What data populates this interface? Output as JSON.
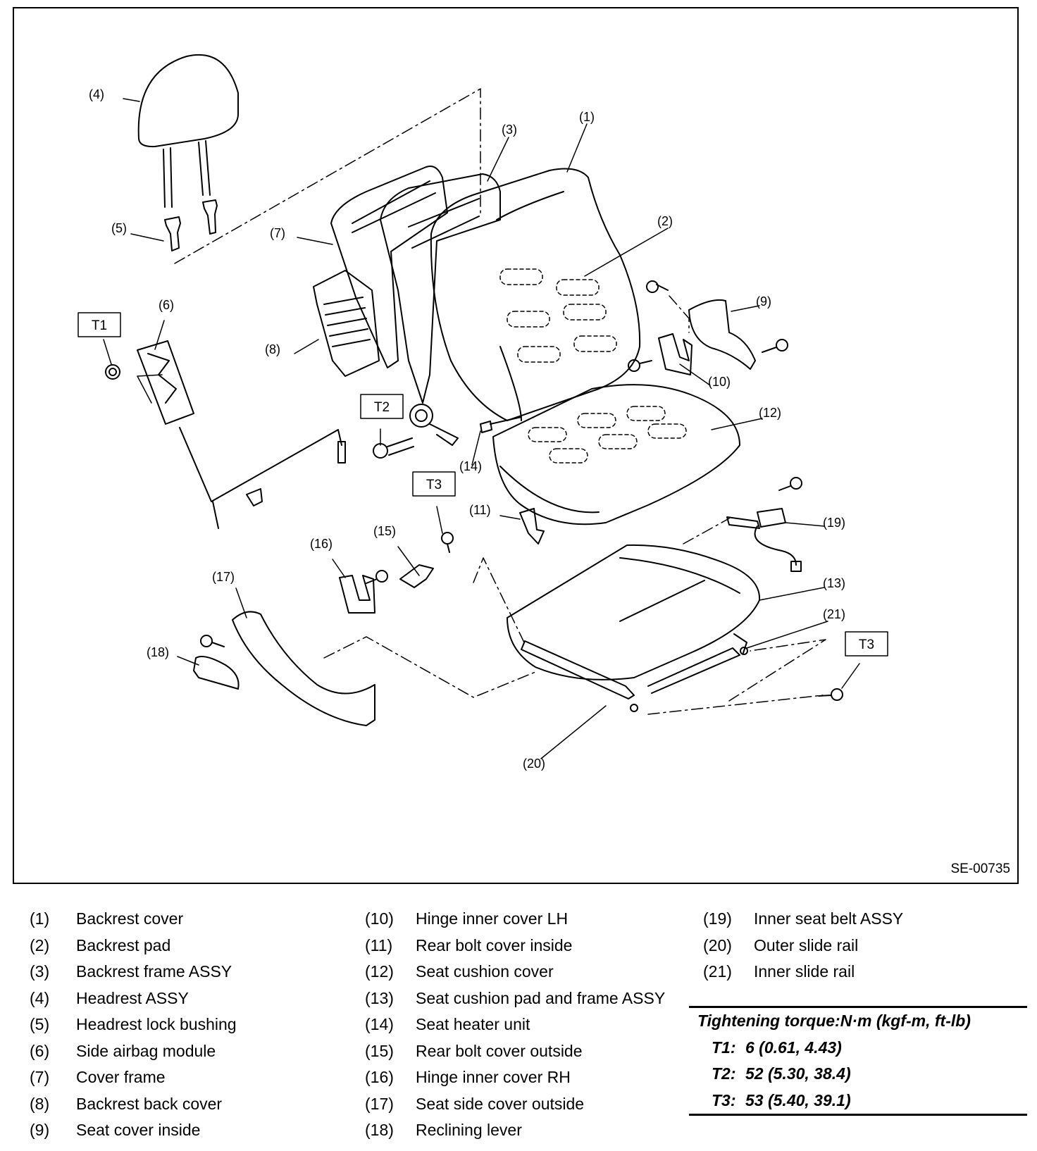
{
  "diagram": {
    "code": "SE-00735",
    "callouts": [
      "(1)",
      "(2)",
      "(3)",
      "(4)",
      "(5)",
      "(6)",
      "(7)",
      "(8)",
      "(9)",
      "(10)",
      "(11)",
      "(12)",
      "(13)",
      "(14)",
      "(15)",
      "(16)",
      "(17)",
      "(18)",
      "(19)",
      "(20)",
      "(21)"
    ],
    "torque_tags": [
      "T1",
      "T2",
      "T3",
      "T3"
    ]
  },
  "legend": [
    {
      "num": "(1)",
      "name": "Backrest cover"
    },
    {
      "num": "(2)",
      "name": "Backrest pad"
    },
    {
      "num": "(3)",
      "name": "Backrest frame ASSY"
    },
    {
      "num": "(4)",
      "name": "Headrest ASSY"
    },
    {
      "num": "(5)",
      "name": "Headrest lock bushing"
    },
    {
      "num": "(6)",
      "name": "Side airbag module"
    },
    {
      "num": "(7)",
      "name": "Cover frame"
    },
    {
      "num": "(8)",
      "name": "Backrest back cover"
    },
    {
      "num": "(9)",
      "name": "Seat cover inside"
    },
    {
      "num": "(10)",
      "name": "Hinge inner cover LH"
    },
    {
      "num": "(11)",
      "name": "Rear bolt cover inside"
    },
    {
      "num": "(12)",
      "name": "Seat cushion cover"
    },
    {
      "num": "(13)",
      "name": "Seat cushion pad and frame ASSY"
    },
    {
      "num": "(14)",
      "name": "Seat heater unit"
    },
    {
      "num": "(15)",
      "name": "Rear bolt cover outside"
    },
    {
      "num": "(16)",
      "name": "Hinge inner cover RH"
    },
    {
      "num": "(17)",
      "name": "Seat side cover outside"
    },
    {
      "num": "(18)",
      "name": "Reclining lever"
    },
    {
      "num": "(19)",
      "name": "Inner seat belt ASSY"
    },
    {
      "num": "(20)",
      "name": "Outer slide rail"
    },
    {
      "num": "(21)",
      "name": "Inner slide rail"
    }
  ],
  "torque": {
    "title": "Tightening torque:N·m (kgf-m, ft-lb)",
    "rows": [
      {
        "key": "T1:",
        "value": "6 (0.61, 4.43)"
      },
      {
        "key": "T2:",
        "value": "52 (5.30, 38.4)"
      },
      {
        "key": "T3:",
        "value": "53 (5.40, 39.1)"
      }
    ]
  }
}
